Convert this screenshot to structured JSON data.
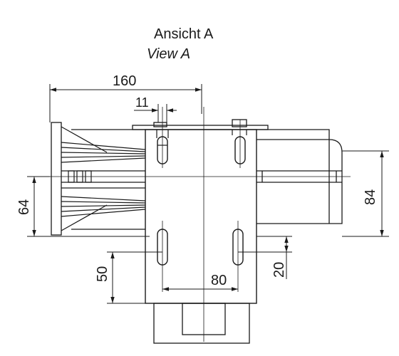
{
  "view": {
    "title_de": "Ansicht A",
    "title_en": "View A"
  },
  "dimensions": {
    "total_width": "160",
    "small_width": "11",
    "height_64": "64",
    "height_84": "84",
    "slot_spacing": "80",
    "offset_50": "50",
    "offset_20": "20"
  },
  "colors": {
    "line": "#1a1a1a",
    "background": "#ffffff"
  }
}
